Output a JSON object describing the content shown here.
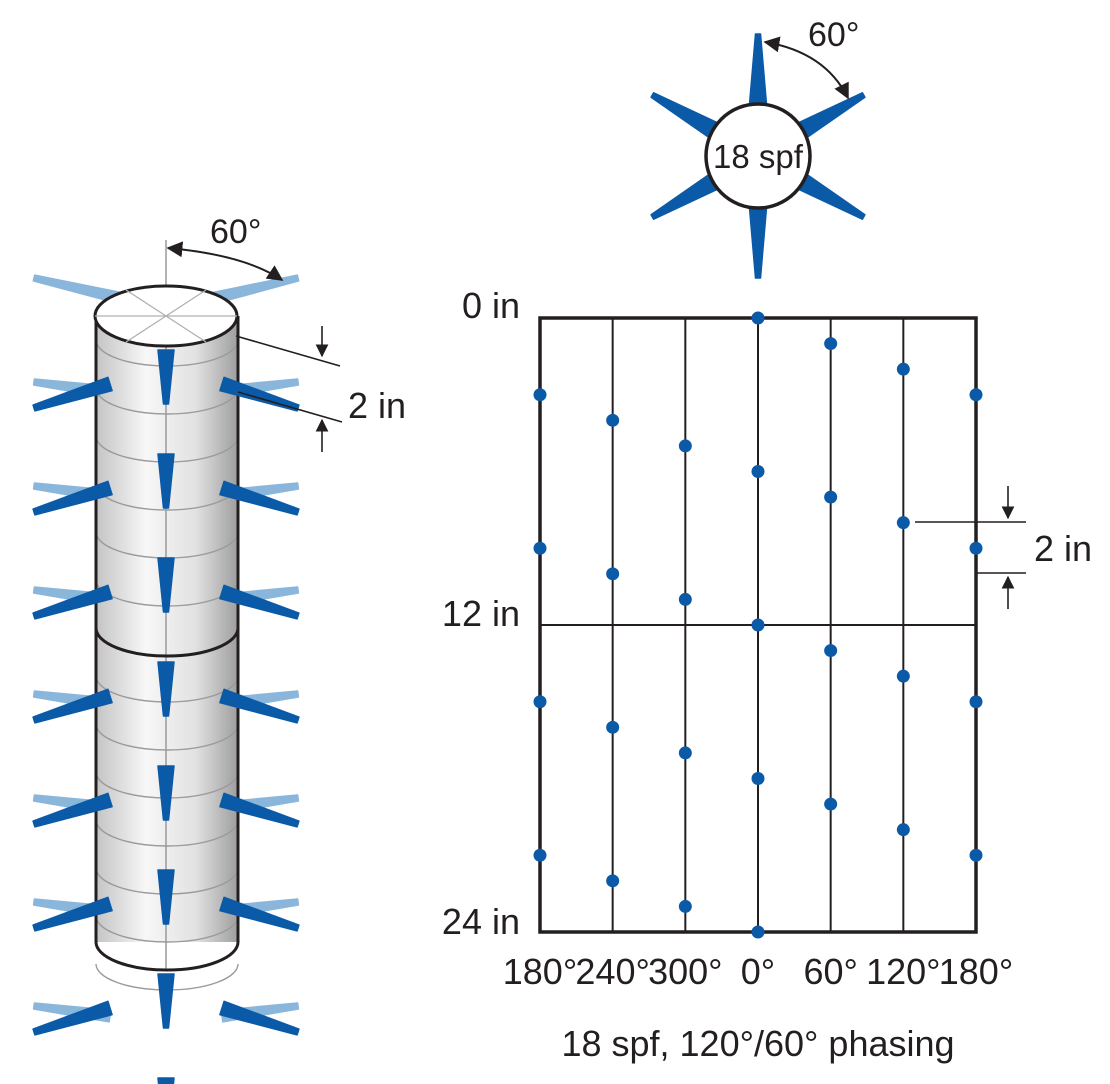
{
  "colors": {
    "charge": "#0b5aa8",
    "charge_back": "#8ab6dc",
    "line": "#231f20",
    "gun_light": "#f4f4f4",
    "gun_shade": "#a9a9a9"
  },
  "top_view": {
    "angle_label": "60°",
    "center_label": "18 spf",
    "charge_angles_deg": [
      0,
      60,
      120,
      180,
      240,
      300
    ]
  },
  "gun_view": {
    "angle_label": "60°",
    "spacing_label": "2 in",
    "charge_rows": 8
  },
  "layout_chart": {
    "depth_labels": [
      "0 in",
      "12 in",
      "24 in"
    ],
    "spacing_label": "2 in",
    "column_labels": [
      "180°",
      "240°",
      "300°",
      "0°",
      "60°",
      "120°",
      "180°"
    ],
    "caption": "18 spf, 120°/60° phasing",
    "depth_max_in": 24,
    "shot_spacing_in": 2,
    "phase_per_shot_deg": 120
  }
}
